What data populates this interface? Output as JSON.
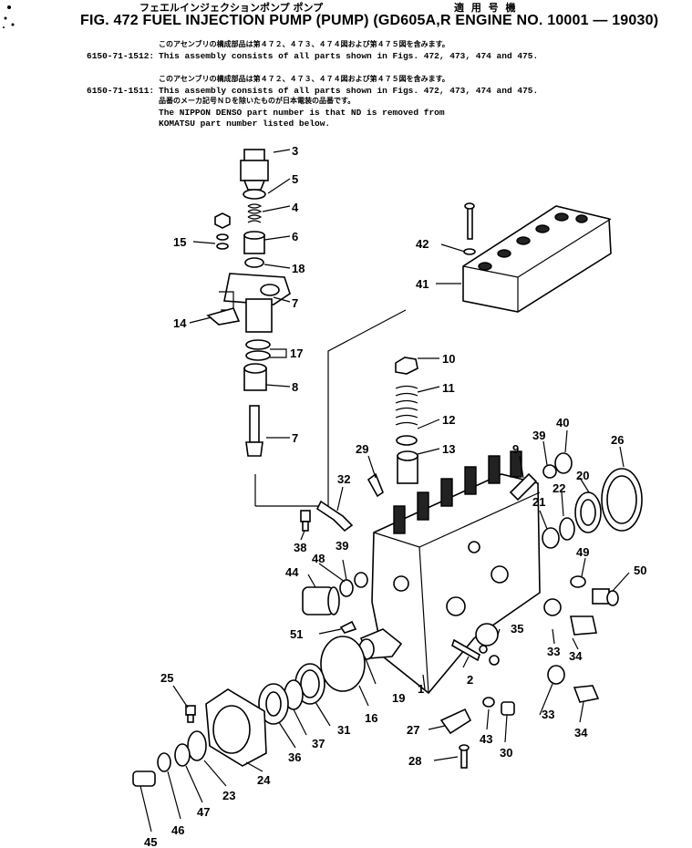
{
  "header": {
    "jp_title": "フェエルインジェクションポンプ ポンプ",
    "jp_applicable": "適 用 号 機",
    "title": "FIG. 472  FUEL INJECTION PUMP (PUMP) (GD605A,R ENGINE NO. 10001 — 19030)"
  },
  "notes": [
    {
      "jp": "このアセンブリの構成部品は第４７２、４７３、４７４図および第４７５図を含みます。",
      "part": "6150-71-1512:",
      "text": "This assembly consists of all parts shown in Figs. 472, 473, 474 and 475."
    },
    {
      "jp": "このアセンブリの構成部品は第４７２、４７３、４７４図および第４７５図を含みます。",
      "part": "6150-71-1511:",
      "text": "This assembly consists of all parts shown in Figs. 472, 473, 474 and 475."
    },
    {
      "jp": "品番のメーカ記号ＮＤを除いたものが日本電装の品番です。",
      "part": "",
      "text": "The NIPPON DENSO part number is that ND is removed from"
    },
    {
      "jp": "",
      "part": "",
      "text": "KOMATSU part number listed below."
    }
  ],
  "callouts": [
    "3",
    "5",
    "4",
    "6",
    "15",
    "18",
    "7",
    "14",
    "17",
    "10",
    "8",
    "11",
    "12",
    "7",
    "13",
    "29",
    "9",
    "39",
    "40",
    "26",
    "32",
    "20",
    "22",
    "21",
    "38",
    "39",
    "48",
    "49",
    "50",
    "44",
    "33",
    "34",
    "51",
    "35",
    "2",
    "1",
    "19",
    "16",
    "25",
    "31",
    "37",
    "33",
    "27",
    "43",
    "30",
    "34",
    "28",
    "24",
    "36",
    "23",
    "47",
    "46",
    "45",
    "42",
    "41"
  ]
}
